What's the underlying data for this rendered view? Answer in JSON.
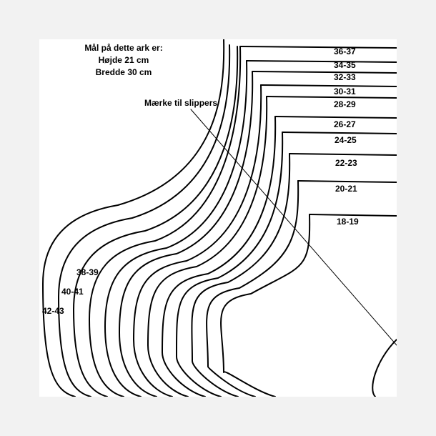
{
  "info": {
    "line1": "Mål på dette ark er:",
    "line2": "Højde 21 cm",
    "line3": "Bredde 30 cm"
  },
  "note": "Mærke til slippers",
  "sizes": [
    "36-37",
    "34-35",
    "32-33",
    "30-31",
    "28-29",
    "26-27",
    "24-25",
    "22-23",
    "20-21",
    "18-19"
  ],
  "side_sizes": [
    "38-39",
    "40-41",
    "42-43"
  ],
  "colors": {
    "line": "#000000",
    "background": "#ffffff",
    "frame": "#f2f2f2"
  }
}
